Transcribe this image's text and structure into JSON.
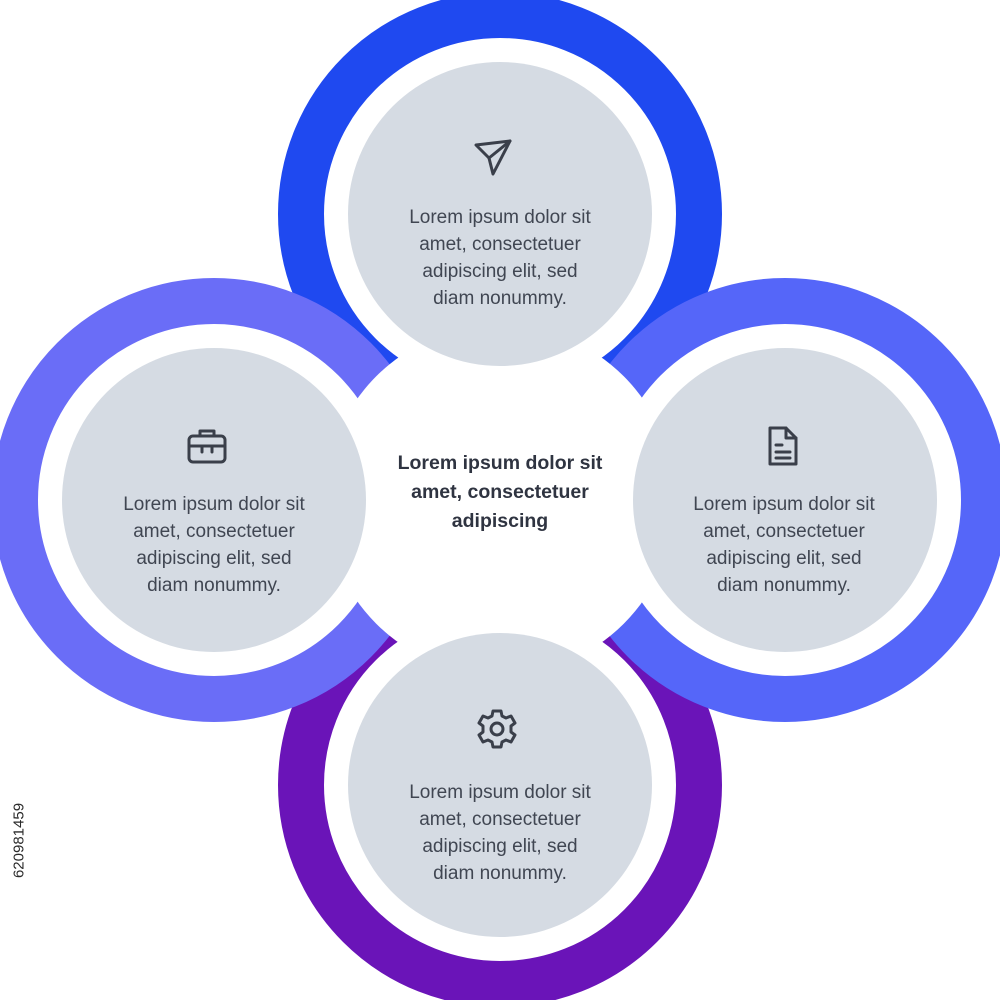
{
  "colors": {
    "ring_top": "#1f49f0",
    "ring_right": "#5566f9",
    "ring_bottom": "#6a14b8",
    "ring_left": "#6a6df7",
    "inner_fill": "#d5dbe3",
    "text": "#404652"
  },
  "center": {
    "title": "Lorem ipsum dolor sit amet, consectetuer adipiscing"
  },
  "steps": [
    {
      "position": "top",
      "icon": "send-icon",
      "lines": [
        "Lorem ipsum dolor sit",
        "amet, consectetuer",
        "adipiscing elit, sed",
        "diam nonummy."
      ]
    },
    {
      "position": "left",
      "icon": "briefcase-icon",
      "lines": [
        "Lorem ipsum dolor sit",
        "amet, consectetuer",
        "adipiscing elit, sed",
        "diam nonummy."
      ]
    },
    {
      "position": "right",
      "icon": "document-icon",
      "lines": [
        "Lorem ipsum dolor sit",
        "amet, consectetuer",
        "adipiscing elit, sed",
        "diam nonummy."
      ]
    },
    {
      "position": "bottom",
      "icon": "gear-icon",
      "lines": [
        "Lorem ipsum dolor sit",
        "amet, consectetuer",
        "adipiscing elit, sed",
        "diam nonummy."
      ]
    }
  ],
  "side_id": "620981459"
}
